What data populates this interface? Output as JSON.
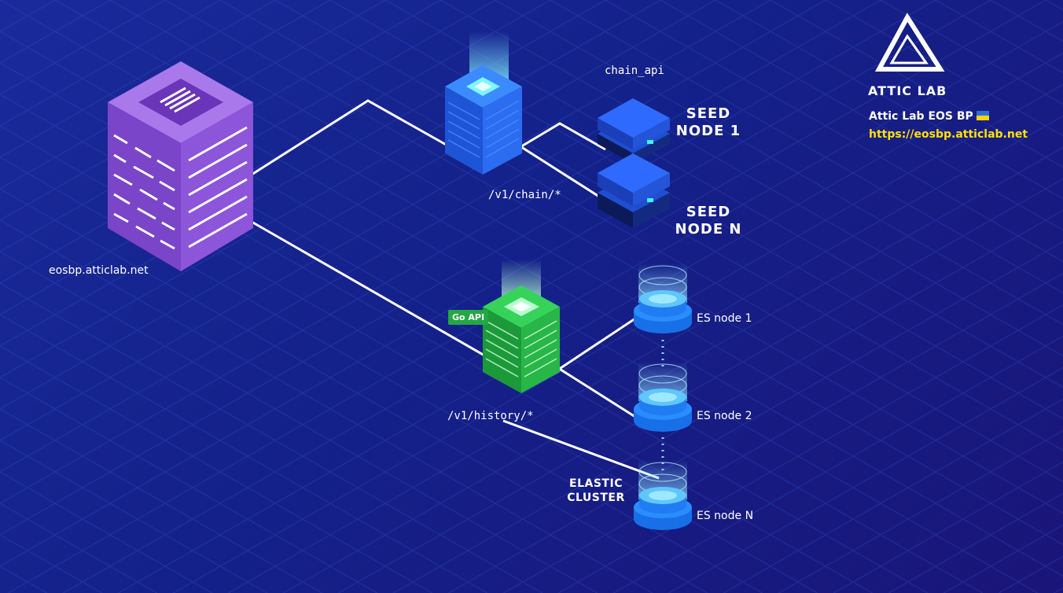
{
  "website": "eosbp.atticlab.net",
  "chain_api": "chain_api",
  "chain_path": "/v1/chain/*",
  "seed_node_1": [
    "SEED",
    "NODE 1"
  ],
  "seed_node_n": [
    "SEED",
    "NODE N"
  ],
  "go_api": "Go API",
  "history_path": "/v1/history/*",
  "es_nodes": [
    "ES node 1",
    "ES node 2",
    "ES node N"
  ],
  "elastic_cluster": [
    "ELASTIC",
    "CLUSTER"
  ],
  "brand": {
    "name": "ATTIC LAB",
    "tagline": "Attic Lab EOS BP",
    "url": "https://eosbp.atticlab.net"
  },
  "colors": {
    "background": "#1a2296",
    "website_server": "#8a4fd8",
    "chain_server": "#2a6ff0",
    "history_server": "#2ec24a",
    "es_node": "#2a8cff",
    "link_accent": "#ffe200"
  },
  "icons": [
    "atticlab-logo-icon",
    "ukraine-flag-icon"
  ]
}
